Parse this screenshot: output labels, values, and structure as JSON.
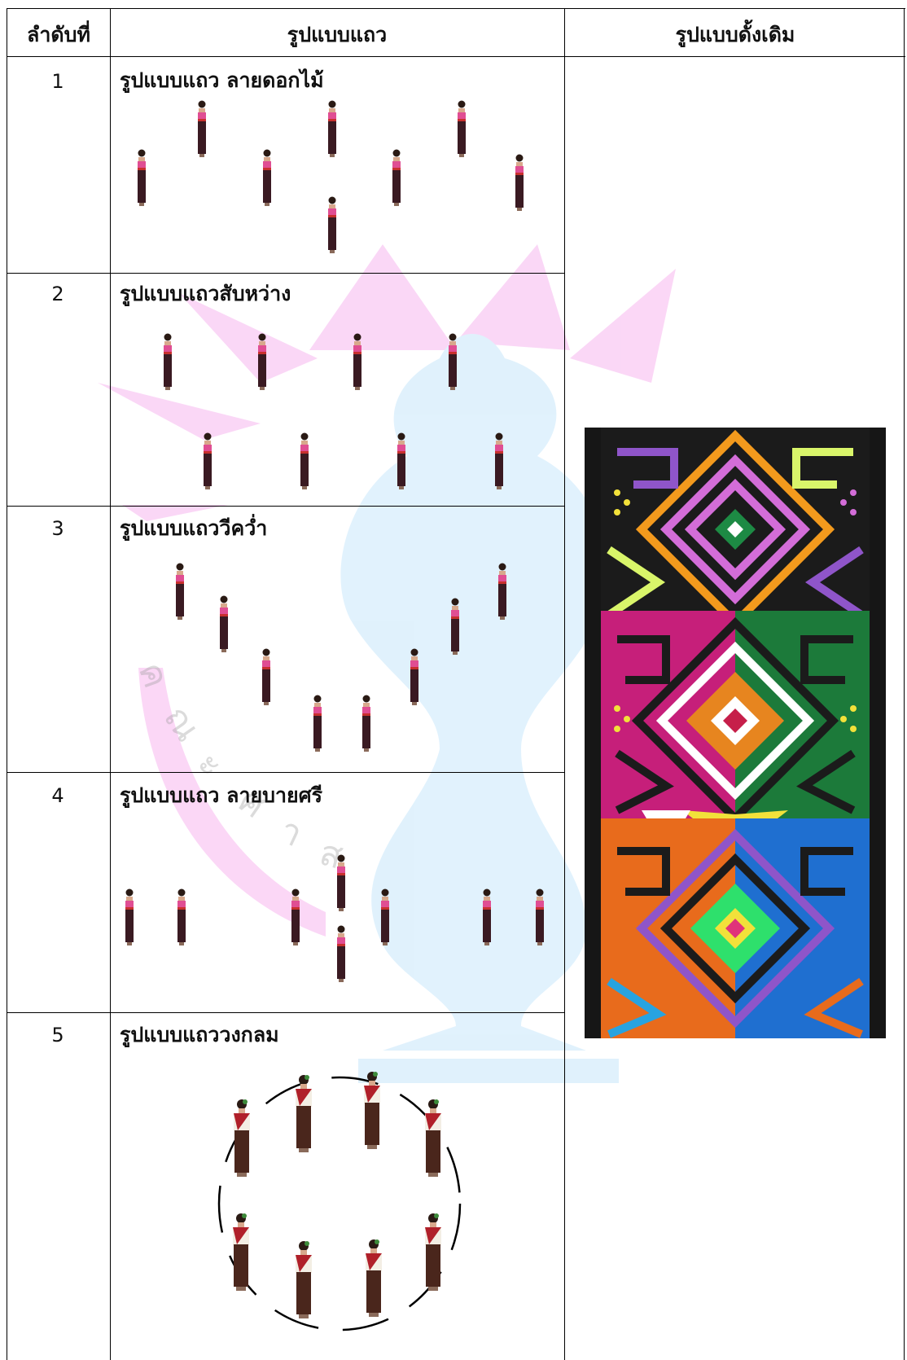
{
  "header": {
    "col1": "ลำดับที่",
    "col2": "รูปแบบแถว",
    "col3": "รูปแบบดั้งเดิม"
  },
  "rows": [
    {
      "number": "1",
      "title": "รูปแบบแถว ลายดอกไม้"
    },
    {
      "number": "2",
      "title": "รูปแบบแถวสับหว่าง"
    },
    {
      "number": "3",
      "title": "รูปแบบแถววีคว่ำ"
    },
    {
      "number": "4",
      "title": "รูปแบบแถว ลายบายศรี"
    },
    {
      "number": "5",
      "title": "รูปแบบแถววงกลม"
    }
  ],
  "colors": {
    "watermark_pink": "#f7b7ef",
    "watermark_blue": "#c8e7fb",
    "dancer_skirt": "#3a1a22",
    "dancer_top": "#e04e93",
    "sash_red": "#b0202a"
  },
  "icons": {
    "dancer": "person-figure",
    "fabric": "woven-textile-pattern"
  }
}
